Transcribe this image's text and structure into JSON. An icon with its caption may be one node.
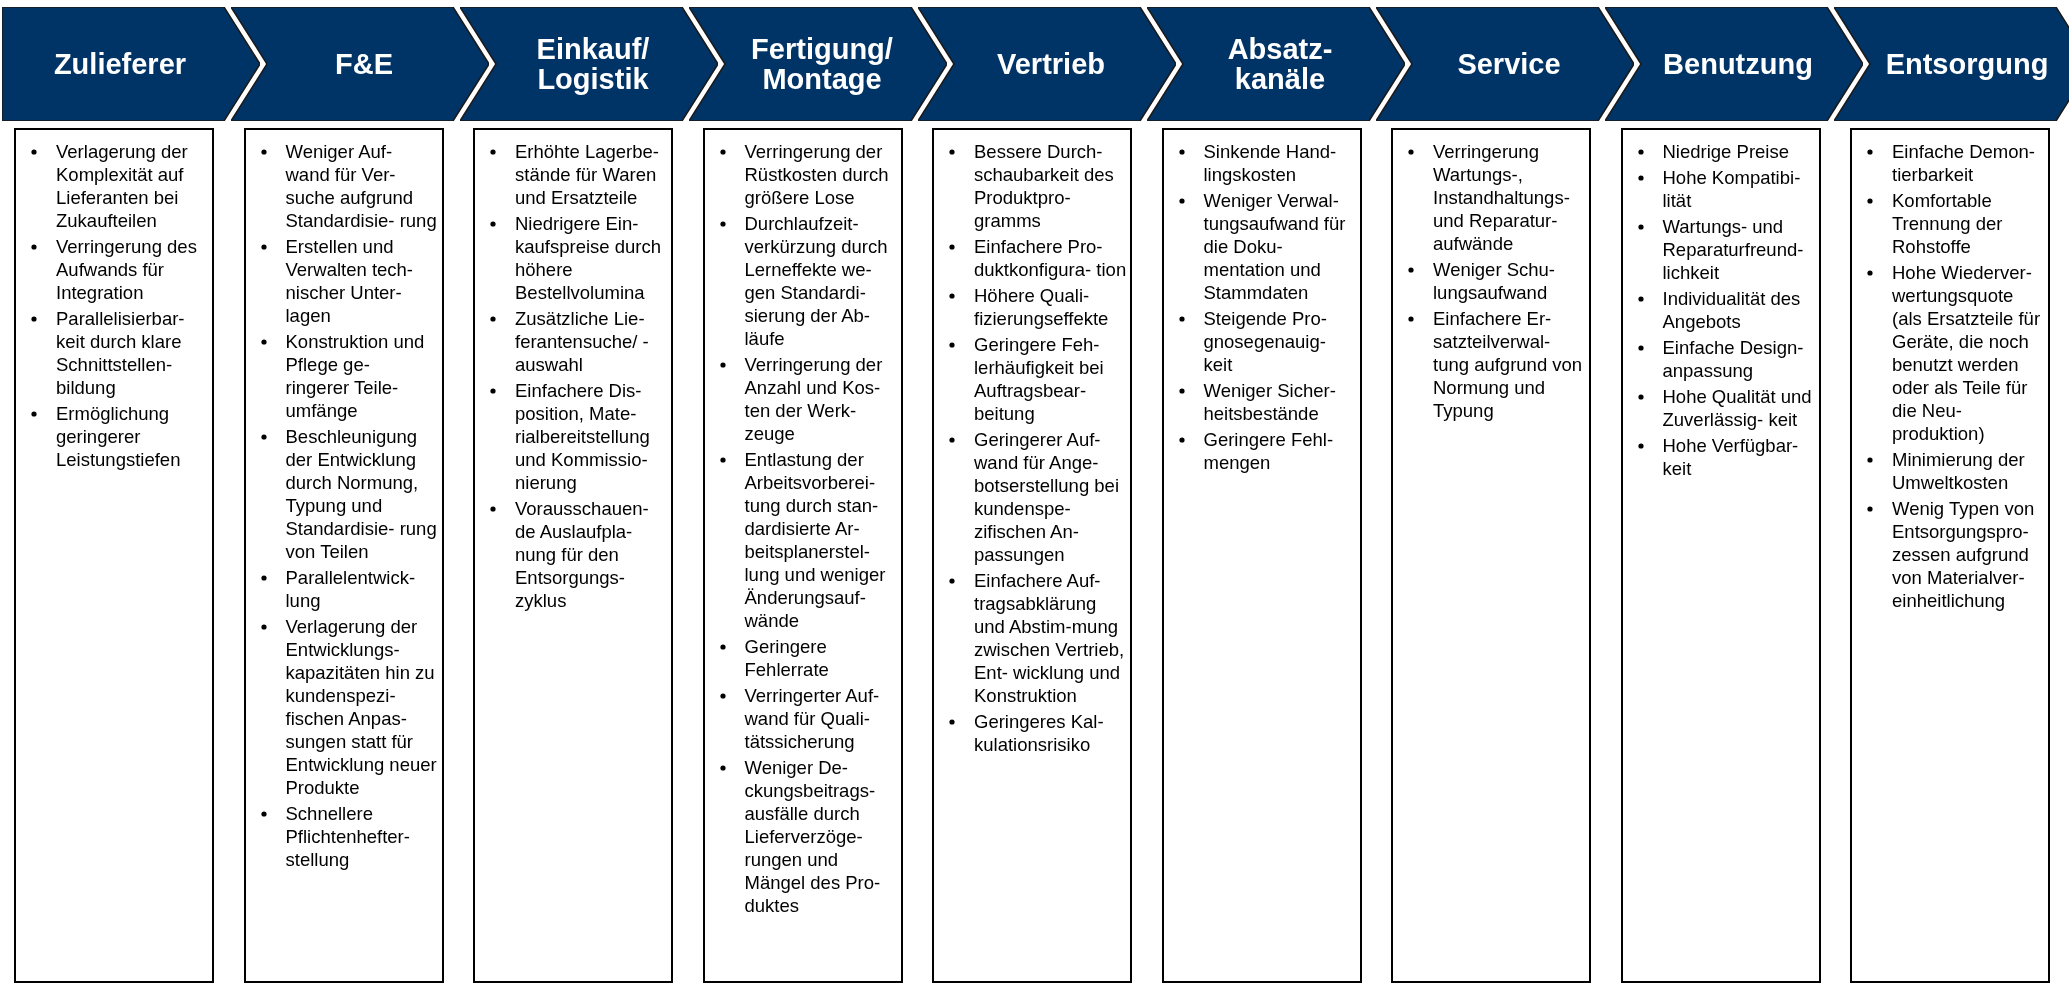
{
  "diagram": {
    "nodes": [
      {
        "text": [
          "Zulieferer"
        ]
      },
      {
        "text": [
          "F&E"
        ]
      },
      {
        "text": [
          "Einkauf/ Logistik"
        ]
      },
      {
        "text": [
          "Fertigung/ Montage"
        ]
      },
      {
        "text": [
          "Vertrieb"
        ]
      },
      {
        "text": [
          "Absatz- kanäle"
        ]
      },
      {
        "text": [
          "Service"
        ]
      },
      {
        "text": [
          "Benutzung"
        ]
      },
      {
        "text": [
          "Entsorgung"
        ]
      },
      {
        "text": [
          "Verlagerung der Komplexität auf Lieferanten bei Zukaufteilen",
          "Verringerung des Aufwands für Integration",
          "Parallelisierbar- keit durch klare Schnittstellen- bildung",
          "Ermöglichung geringerer Leistungstiefen"
        ]
      },
      {
        "text": [
          "Weniger Auf- wand für Ver- suche aufgrund Standardisie- rung",
          "Erstellen und Verwalten tech- nischer Unter- lagen",
          "Konstruktion und Pflege ge- ringerer Teile- umfänge",
          "Beschleunigung der Entwicklung durch Normung, Typung und Standardisie- rung von Teilen",
          "Parallelentwick- lung",
          "Verlagerung der Entwicklungs- kapazitäten hin zu kundenspezi- fischen Anpas- sungen statt für Entwicklung neuer Produkte",
          "Schnellere Pflichtenhefter- stellung"
        ]
      },
      {
        "text": [
          "Erhöhte Lagerbe- stände für Waren und Ersatzteile",
          "Niedrigere Ein- kaufspreise durch höhere Bestellvolumina",
          "Zusätzliche Lie- ferantensuche/ -auswahl",
          "Einfachere Dis- position, Mate- rialbereitstellung und Kommissio- nierung",
          "Vorausschauen- de Auslaufpla- nung für den Entsorgungs- zyklus"
        ]
      },
      {
        "text": [
          "Verringerung der Rüstkosten durch größere Lose",
          "Durchlaufzeit- verkürzung durch Lerneffekte we- gen Standardi- sierung der Ab- läufe",
          "Verringerung der Anzahl und Kos- ten der Werk- zeuge",
          "Entlastung der Arbeitsvorberei- tung durch stan- dardisierte Ar- beitsplanerstel- lung und weniger Änderungsauf- wände",
          "Geringere Fehlerrate",
          "Verringerter Auf- wand für Quali- tätssicherung",
          "Weniger De- ckungsbeitrags- ausfälle durch Lieferverzöge- rungen und Mängel des Pro- duktes"
        ]
      },
      {
        "text": [
          "Bessere Durch- schaubarkeit des Produktpro- gramms",
          "Einfachere Pro- duktkonfigura- tion",
          "Höhere Quali- fizierungseffekte",
          "Geringere Feh- lerhäufigkeit bei Auftragsbear- beitung",
          "Geringerer Auf- wand für Ange- botserstellung bei kundenspe- zifischen An- passungen",
          "Einfachere Auf- tragsabklärung und Abstim-mung zwischen Vertrieb, Ent- wicklung und Konstruktion",
          "Geringeres Kal- kulationsrisiko"
        ]
      },
      {
        "text": [
          "Sinkende Hand- lingskosten",
          "Weniger Verwal- tungsaufwand für die Doku- mentation und Stammdaten",
          "Steigende Pro- gnosegenauig- keit",
          "Weniger Sicher- heitsbestände",
          "Geringere Fehl- mengen"
        ]
      },
      {
        "text": [
          "Verringerung Wartungs-, Instandhaltungs- und Reparatur- aufwände",
          "Weniger Schu- lungsaufwand",
          "Einfachere Er- satzteilverwal- tung aufgrund von Normung und Typung"
        ]
      },
      {
        "text": [
          "Niedrige Preise",
          "Hohe Kompatibi- lität",
          "Wartungs- und Reparaturfreund- lichkeit",
          "Individualität des Angebots",
          "Einfache Design- anpassung",
          "Hohe Qualität und Zuverlässig- keit",
          "Hohe Verfügbar- keit"
        ]
      },
      {
        "text": [
          "Einfache Demon- tierbarkeit",
          "Komfortable Trennung der Rohstoffe",
          "Hohe Wiederver- wertungsquote (als Ersatzteile für Geräte, die noch benutzt werden oder als Teile für die Neu- produktion)",
          "Minimierung der Umweltkosten",
          "Wenig Typen von Entsorgungspro- zessen aufgrund von Materialver- einheitlichung"
        ]
      }
    ]
  }
}
